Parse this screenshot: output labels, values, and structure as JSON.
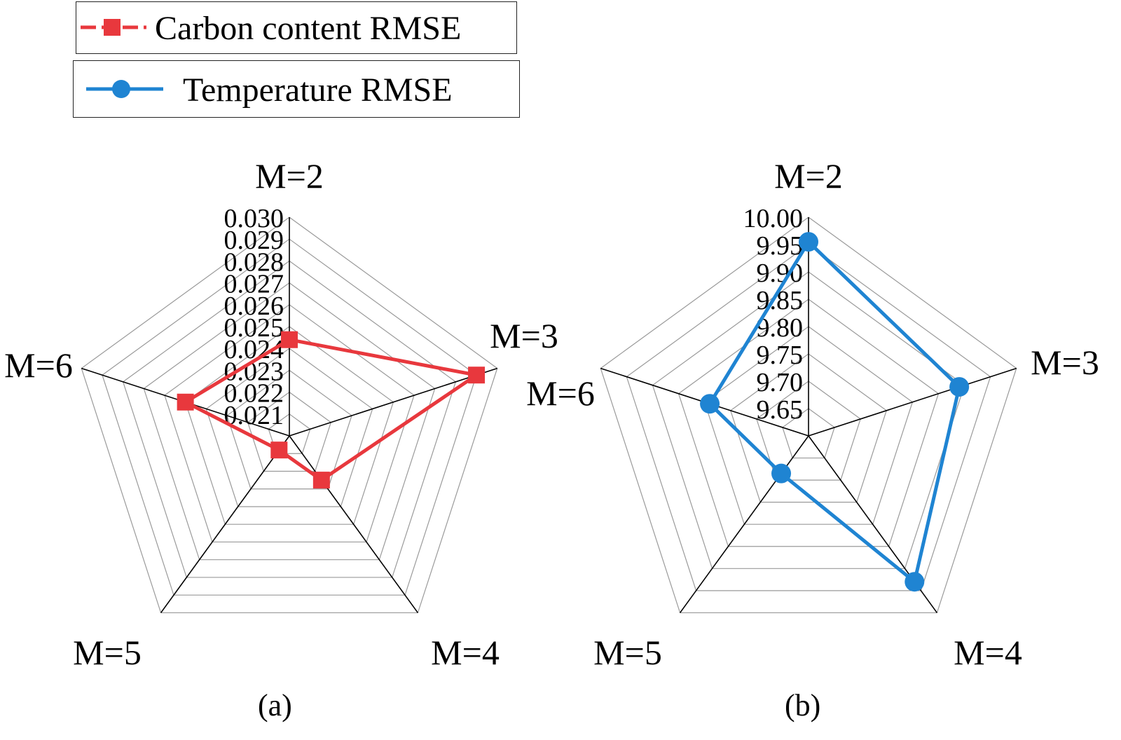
{
  "legend": {
    "carbon_label": "Carbon content RMSE",
    "temperature_label": "Temperature RMSE"
  },
  "colors": {
    "carbon": "#e8383d",
    "temperature": "#1f84d2",
    "grid": "#9a9a9a",
    "spoke": "#000000"
  },
  "chart_data": [
    {
      "type": "radar",
      "panel_label": "(a)",
      "axes": [
        "M=2",
        "M=3",
        "M=4",
        "M=5",
        "M=6"
      ],
      "rlim": [
        0.02,
        0.03
      ],
      "ticks": [
        "0.030",
        "0.029",
        "0.028",
        "0.027",
        "0.026",
        "0.025",
        "0.024",
        "0.023",
        "0.022",
        "0.021"
      ],
      "series": [
        {
          "name": "Carbon content RMSE",
          "marker": "square",
          "values": [
            0.0244,
            0.029,
            0.0225,
            0.0208,
            0.025
          ]
        }
      ]
    },
    {
      "type": "radar",
      "panel_label": "(b)",
      "axes": [
        "M=2",
        "M=3",
        "M=4",
        "M=5",
        "M=6"
      ],
      "rlim": [
        9.6,
        10.0
      ],
      "ticks": [
        "10.00",
        "9.95",
        "9.90",
        "9.85",
        "9.80",
        "9.75",
        "9.70",
        "9.65"
      ],
      "series": [
        {
          "name": "Temperature RMSE",
          "marker": "circle",
          "values": [
            9.955,
            9.89,
            9.93,
            9.685,
            9.79
          ]
        }
      ]
    }
  ]
}
